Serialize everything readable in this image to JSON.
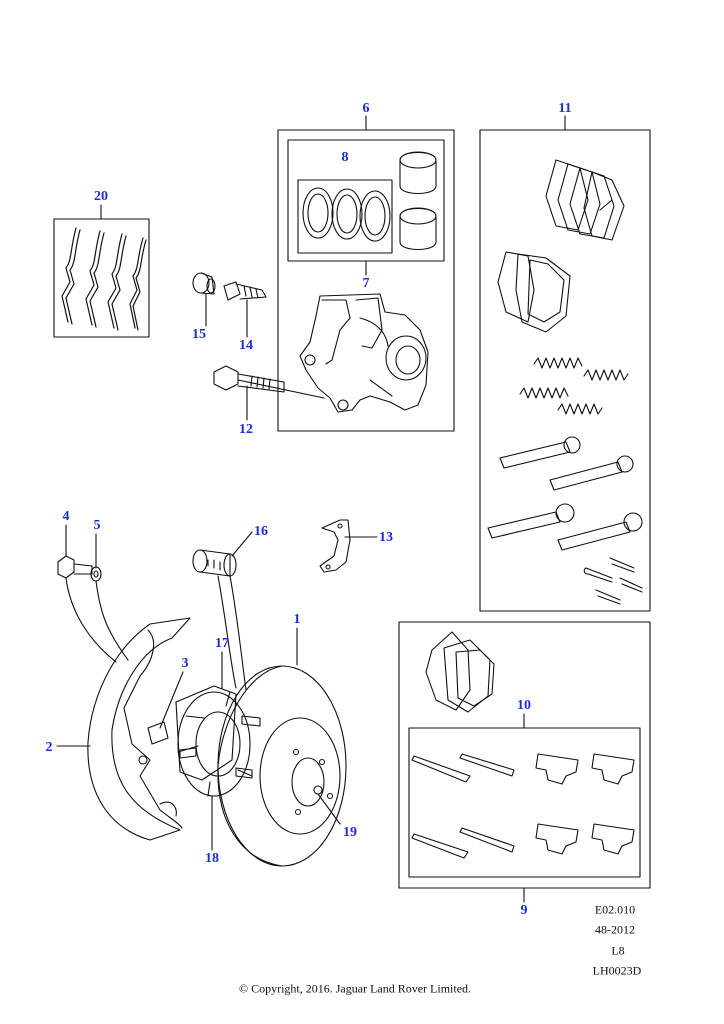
{
  "callouts": [
    {
      "id": "c1",
      "label": "1"
    },
    {
      "id": "c2",
      "label": "2"
    },
    {
      "id": "c3",
      "label": "3"
    },
    {
      "id": "c4",
      "label": "4"
    },
    {
      "id": "c5",
      "label": "5"
    },
    {
      "id": "c6",
      "label": "6"
    },
    {
      "id": "c7",
      "label": "7"
    },
    {
      "id": "c8",
      "label": "8"
    },
    {
      "id": "c9",
      "label": "9"
    },
    {
      "id": "c10",
      "label": "10"
    },
    {
      "id": "c11",
      "label": "11"
    },
    {
      "id": "c12",
      "label": "12"
    },
    {
      "id": "c13",
      "label": "13"
    },
    {
      "id": "c14",
      "label": "14"
    },
    {
      "id": "c15",
      "label": "15"
    },
    {
      "id": "c16",
      "label": "16"
    },
    {
      "id": "c17",
      "label": "17"
    },
    {
      "id": "c18",
      "label": "18"
    },
    {
      "id": "c19",
      "label": "19"
    },
    {
      "id": "c20",
      "label": "20"
    }
  ],
  "reference": {
    "code": "E02.010",
    "date": "48-2012",
    "level": "L8",
    "drawing_id": "LH0023D"
  },
  "copyright": "© Copyright, 2016. Jaguar Land Rover Limited.",
  "colors": {
    "callout": "#1a2fd0",
    "line": "#111111"
  }
}
